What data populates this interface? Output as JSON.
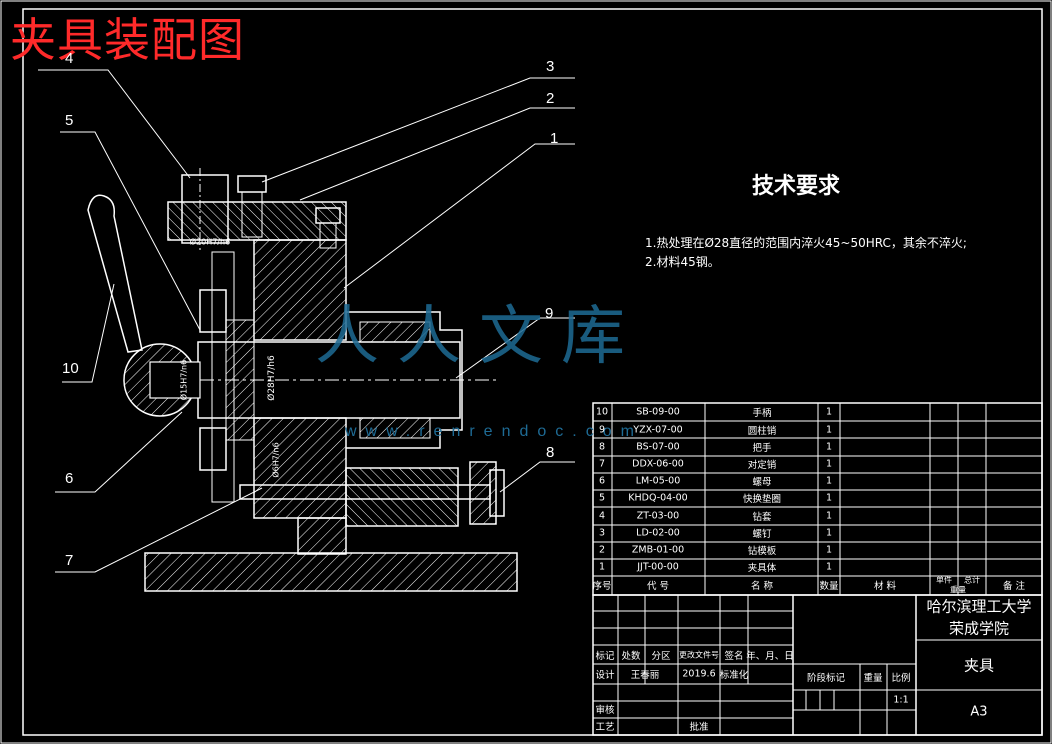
{
  "drawing_title": "夹具装配图",
  "tech_requirements": {
    "title": "技术要求",
    "notes": [
      "1.热处理在Ø28直径的范围内淬火45~50HRC，其余不淬火;",
      "2.材料45钢。"
    ]
  },
  "callouts": [
    "1",
    "2",
    "3",
    "4",
    "5",
    "6",
    "7",
    "8",
    "9",
    "10"
  ],
  "dimension_labels": [
    "Ø28H7/h6",
    "Ø20H7/h6",
    "Ø15H7/n6",
    "Ø6H7/n6"
  ],
  "watermark": {
    "text": "人人文库",
    "url": "www.renrendoc.com"
  },
  "parts_list": {
    "headers": [
      "序号",
      "代 号",
      "名 称",
      "数量",
      "材 料",
      "单件",
      "总计",
      "重量",
      "备 注"
    ],
    "rows": [
      {
        "no": "10",
        "code": "SB-09-00",
        "name": "手柄",
        "qty": "1"
      },
      {
        "no": "9",
        "code": "YZX-07-00",
        "name": "圆柱销",
        "qty": "1"
      },
      {
        "no": "8",
        "code": "BS-07-00",
        "name": "把手",
        "qty": "1"
      },
      {
        "no": "7",
        "code": "DDX-06-00",
        "name": "对定销",
        "qty": "1"
      },
      {
        "no": "6",
        "code": "LM-05-00",
        "name": "螺母",
        "qty": "1"
      },
      {
        "no": "5",
        "code": "KHDQ-04-00",
        "name": "快换垫圈",
        "qty": "1"
      },
      {
        "no": "4",
        "code": "ZT-03-00",
        "name": "钻套",
        "qty": "1"
      },
      {
        "no": "3",
        "code": "LD-02-00",
        "name": "螺钉",
        "qty": "1"
      },
      {
        "no": "2",
        "code": "ZMB-01-00",
        "name": "钻模板",
        "qty": "1"
      },
      {
        "no": "1",
        "code": "JJT-00-00",
        "name": "夹具体",
        "qty": "1"
      }
    ]
  },
  "title_block": {
    "school_line1": "哈尔滨理工大学",
    "school_line2": "荣成学院",
    "part_name": "夹具",
    "sheet_size": "A3",
    "scale_value": "1:1",
    "labels": {
      "mark": "标记",
      "count": "处数",
      "zone": "分区",
      "change_doc": "更改文件号",
      "sign": "签名",
      "date": "年、月、日",
      "design": "设计",
      "designer": "王春丽",
      "design_date": "2019.6",
      "standardize": "标准化",
      "stage_mark": "阶段标记",
      "weight": "重量",
      "scale": "比例",
      "review": "审核",
      "process": "工艺",
      "approve": "批准"
    }
  },
  "colors": {
    "background": "#000000",
    "line": "#ffffff",
    "title": "#ff2a2a",
    "watermark": "#1e6b95"
  }
}
